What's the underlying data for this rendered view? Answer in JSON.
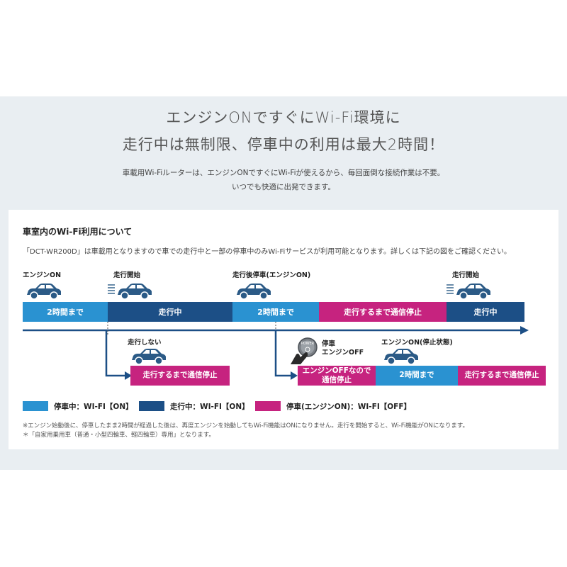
{
  "header": {
    "headline_1": "エンジンONですぐにWi-Fi環境に",
    "headline_2": "走行中は無制限、停車中の利用は最大2時間！",
    "intro_1": "車載用Wi-Fiルーターは、エンジンONですぐにWi-Fiが使えるから、毎回面倒な接続作業は不要。",
    "intro_2": "いつでも快適に出発できます。"
  },
  "panel": {
    "title": "車室内のWi-Fi利用について",
    "description": "「DCT-WR200D」は車載用となりますので車での走行中と一部の停車中のみWi-Fiサービスが利用可能となります。詳しくは下記の図をご確認ください。"
  },
  "timeline": {
    "phases": [
      {
        "label": "エンジンON"
      },
      {
        "label": "走行開始"
      },
      {
        "label": "走行後停車(エンジンON)"
      },
      {
        "label": "走行開始"
      }
    ],
    "segments": [
      {
        "label": "2時間まで",
        "color": "#2a92d1"
      },
      {
        "label": "走行中",
        "color": "#1c4f86"
      },
      {
        "label": "2時間まで",
        "color": "#2a92d1"
      },
      {
        "label": "走行するまで通信停止",
        "color": "#c6237f"
      },
      {
        "label": "走行中",
        "color": "#1c4f86"
      }
    ],
    "branch_left": {
      "label": "走行しない",
      "segment": "走行するまで通信停止"
    },
    "branch_right": {
      "power_label": "POWER",
      "stop_label_1": "停車",
      "stop_label_2": "エンジンOFF",
      "engine_on_label": "エンジンON(停止状態)",
      "segment_off_1": "エンジンOFFなので",
      "segment_off_2": "通信停止",
      "segment_two_hours": "2時間まで",
      "segment_stop": "走行するまで通信停止"
    }
  },
  "legend": [
    {
      "label": "停車中：WI-FI【ON】",
      "color": "#2a92d1"
    },
    {
      "label": "走行中：WI-FI【ON】",
      "color": "#1c4f86"
    },
    {
      "label": "停車(エンジンON)：WI-FI【OFF】",
      "color": "#c6237f"
    }
  ],
  "notes": {
    "note_1": "※エンジン始動後に、停車したまま2時間が経過した後は、再度エンジンを始動してもWi-Fi機能はONになりません。走行を開始すると、Wi-Fi機能がONになります。",
    "note_2": "＊「自家用乗用車（普通・小型四輪車、軽四輪車）専用」となります。"
  },
  "colors": {
    "light_blue": "#2a92d1",
    "navy": "#1c4f86",
    "magenta": "#c6237f",
    "car": "#2b5a86"
  }
}
